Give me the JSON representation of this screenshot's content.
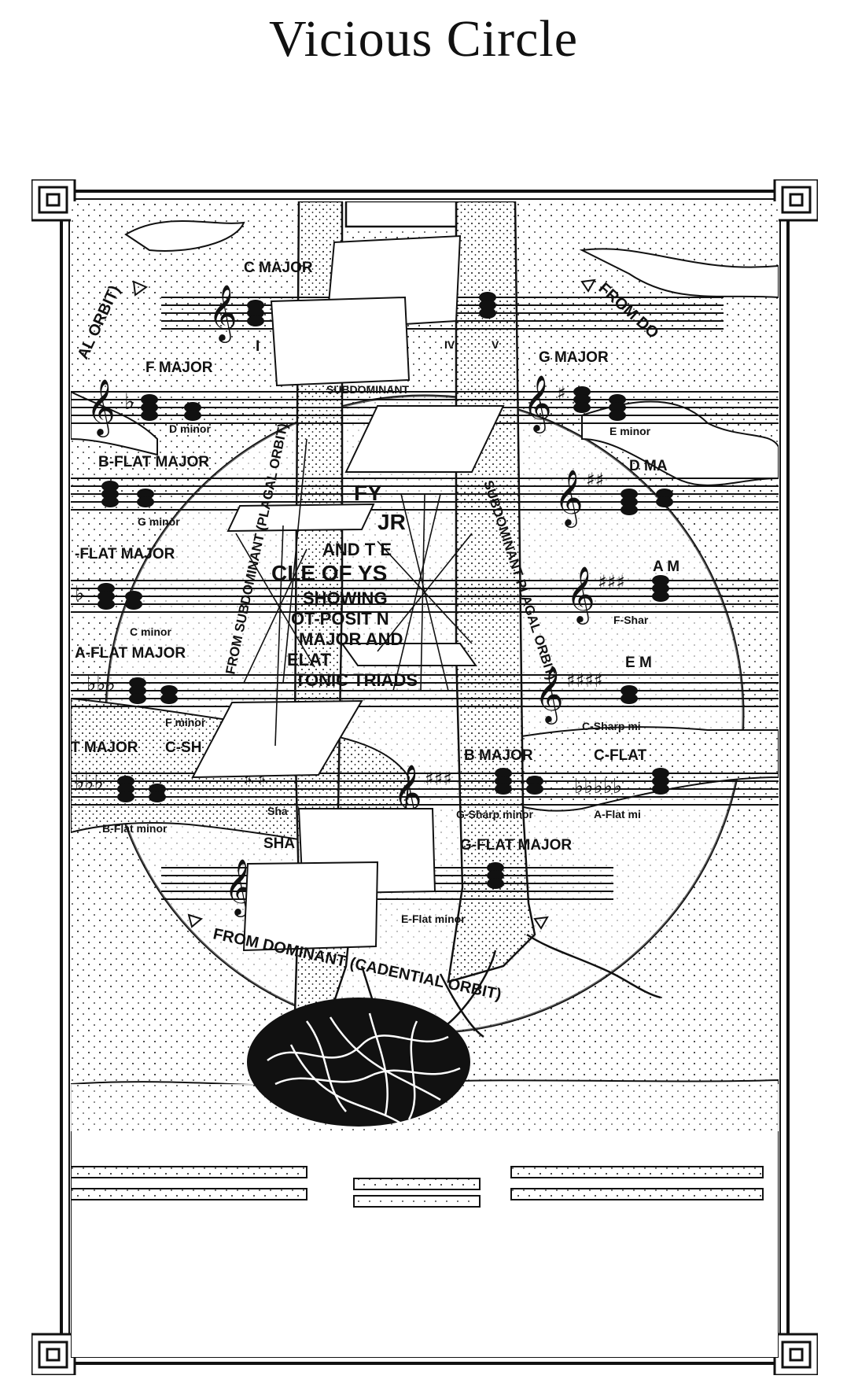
{
  "title": "Vicious Circle",
  "keys": {
    "c_major": "C MAJOR",
    "f_major": "F MAJOR",
    "d_minor": "D minor",
    "b_flat_major": "B-FLAT MAJOR",
    "g_minor": "G minor",
    "e_flat_major": "-FLAT MAJOR",
    "c_minor": "C minor",
    "a_flat_major": "A-FLAT MAJOR",
    "f_minor": "F minor",
    "t_major": "T MAJOR",
    "c_sh": "C-SH",
    "b_flat_minor": "B-Flat minor",
    "sh_minor": "Sha",
    "sha": "SHA",
    "g_major": "G MAJOR",
    "e_minor": "E minor",
    "d_ma": "D MA",
    "a_m": "A M",
    "f_sharp": "F-Shar",
    "e_m": "E M",
    "c_sharp_minor": "C-Sharp mi",
    "b_major": "B MAJOR",
    "c_flat": "C-FLAT",
    "g_sharp_minor": "G-Sharp minor",
    "a_flat_minor": "A-Flat mi",
    "g_flat_major": "G-FLAT MAJOR",
    "e_flat_minor": "E-Flat minor"
  },
  "orbits": {
    "left_top": "AL ORBIT)",
    "right_top": "FROM DO",
    "bottom": "FROM DOMINANT (CADENTIAL ORBIT)",
    "inner_left": "FROM SUBDOMINANT (PLAGAL ORBIT)",
    "inner_right": "SUBDOMINANT PLAGAL ORBIT)",
    "subdominant": "SUBDOMINANT"
  },
  "roman_numerals": {
    "i": "I",
    "iv": "IV",
    "v": "V"
  },
  "center_text": {
    "line1": "FY",
    "line2": "JR",
    "line3": "AND T  E",
    "line4": "CLE OF   YS",
    "line5": "SHOWING",
    "line6": "OT-POSIT  N",
    "line7": "MAJOR AND",
    "line8": "ELAT",
    "line9": "TONIC TRIADS"
  },
  "icons": {
    "treble_clef": "treble-clef-icon",
    "flat": "flat-icon",
    "sharp": "sharp-icon",
    "triangle": "triangle-marker-icon"
  },
  "colors": {
    "ink": "#111111",
    "paper": "#ffffff"
  }
}
